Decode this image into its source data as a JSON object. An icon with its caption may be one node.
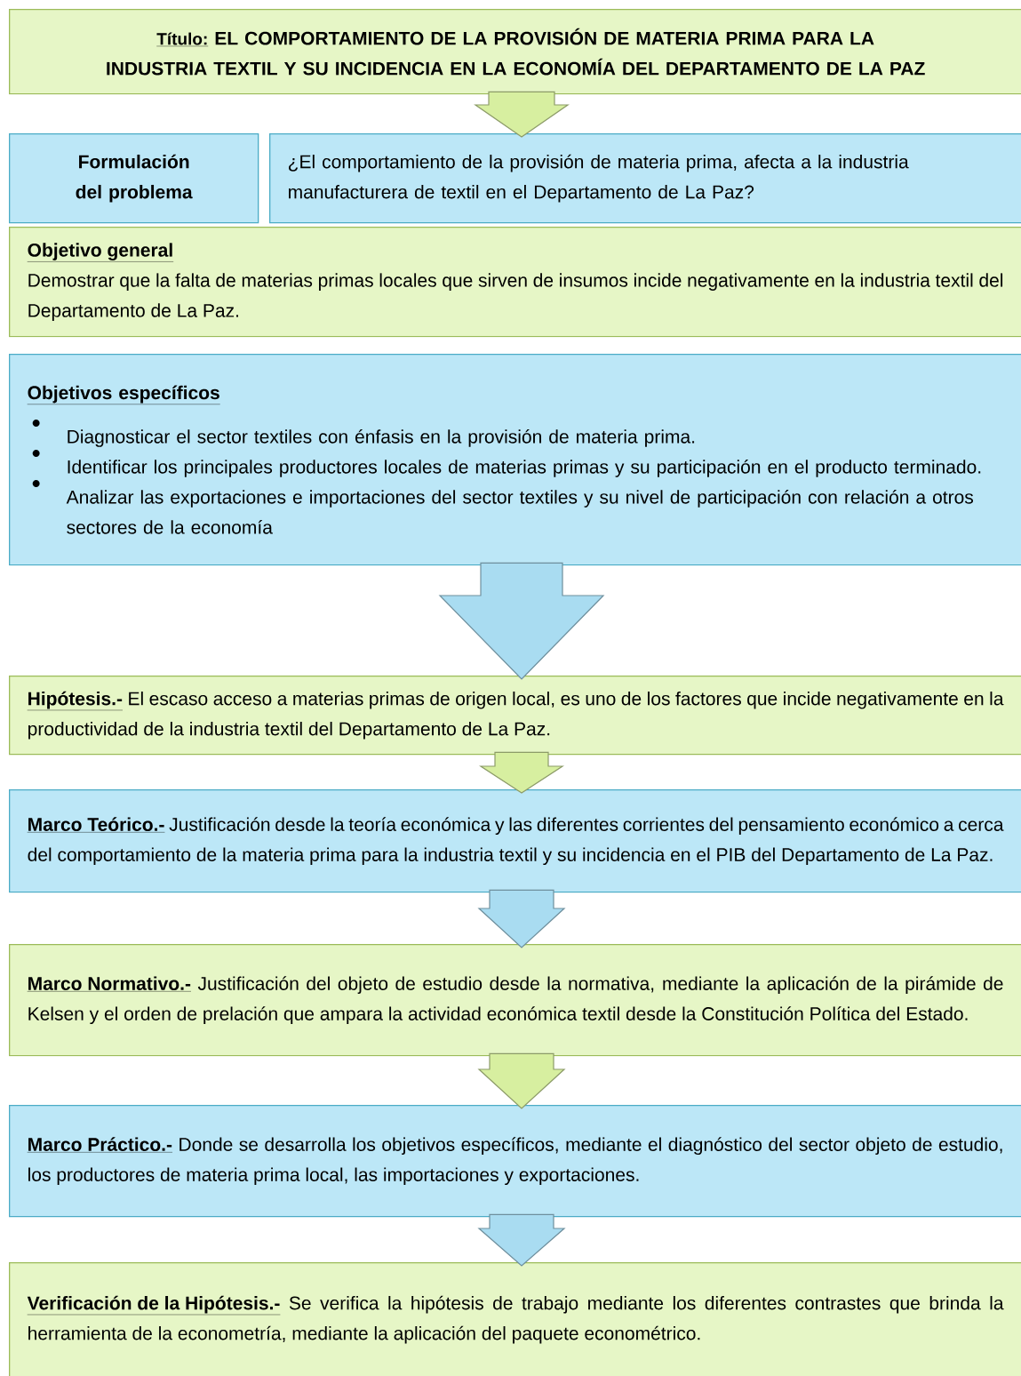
{
  "diagram": {
    "nodes": [
      {
        "text": [
          "Título:",
          "EL COMPORTAMIENTO DE LA PROVISIÓN DE MATERIA PRIMA PARA LA INDUSTRIA TEXTIL Y SU INCIDENCIA EN LA ECONOMÍA DEL DEPARTAMENTO DE LA PAZ"
        ]
      },
      {
        "text": [
          "Formulación del problema"
        ]
      },
      {
        "text": [
          "¿El comportamiento de la provisión de materia prima, afecta a la industria manufacturera de textil en el Departamento de La Paz?"
        ]
      },
      {
        "text": [
          "Objetivo general",
          "Demostrar que la falta de materias primas locales que sirven de insumos incide negativamente en la industria textil del Departamento de La Paz."
        ]
      },
      {
        "text": [
          "Objetivos específicos",
          "Diagnosticar el sector textiles con énfasis en la provisión de materia prima.",
          "Identificar los principales productores locales de materias primas y su participación en el producto terminado.",
          "Analizar las exportaciones e importaciones del sector textiles y su nivel de participación con relación a otros sectores de la economía"
        ]
      },
      {
        "text": [
          "Hipótesis.-",
          "El escaso acceso a materias primas de origen local, es uno de los factores que incide negativamente en la productividad de la industria textil del Departamento de La Paz."
        ]
      },
      {
        "text": [
          "Marco Teórico.-",
          "Justificación desde la teoría económica y las diferentes corrientes del pensamiento económico a cerca del comportamiento de la materia prima para la industria textil y su incidencia en el PIB del Departamento de La Paz."
        ]
      },
      {
        "text": [
          "Marco Normativo.-",
          "Justificación del objeto de estudio desde la normativa, mediante la aplicación de la pirámide de Kelsen y el orden de prelación que ampara la actividad económica textil desde la Constitución Política del Estado."
        ]
      },
      {
        "text": [
          "Marco Práctico.-",
          "Donde se desarrolla los objetivos específicos, mediante el diagnóstico del sector objeto de estudio, los productores de materia prima local, las importaciones y exportaciones."
        ]
      },
      {
        "text": [
          "Verificación de la Hipótesis.-",
          "Se verifica la hipótesis de trabajo mediante los diferentes contrastes que brinda la herramienta de la econometría, mediante la aplicación del paquete econométrico."
        ]
      }
    ],
    "edges": [
      {
        "from": 0,
        "to": 2,
        "arrow": "to",
        "color": "#d7efa0"
      },
      {
        "from": 4,
        "to": 5,
        "arrow": "to",
        "color": "#a9dcf1"
      },
      {
        "from": 5,
        "to": 6,
        "arrow": "to",
        "color": "#d7efa0"
      },
      {
        "from": 6,
        "to": 7,
        "arrow": "to",
        "color": "#a9dcf1"
      },
      {
        "from": 7,
        "to": 8,
        "arrow": "to",
        "color": "#d7efa0"
      },
      {
        "from": 8,
        "to": 9,
        "arrow": "to",
        "color": "#a9dcf1"
      }
    ]
  }
}
